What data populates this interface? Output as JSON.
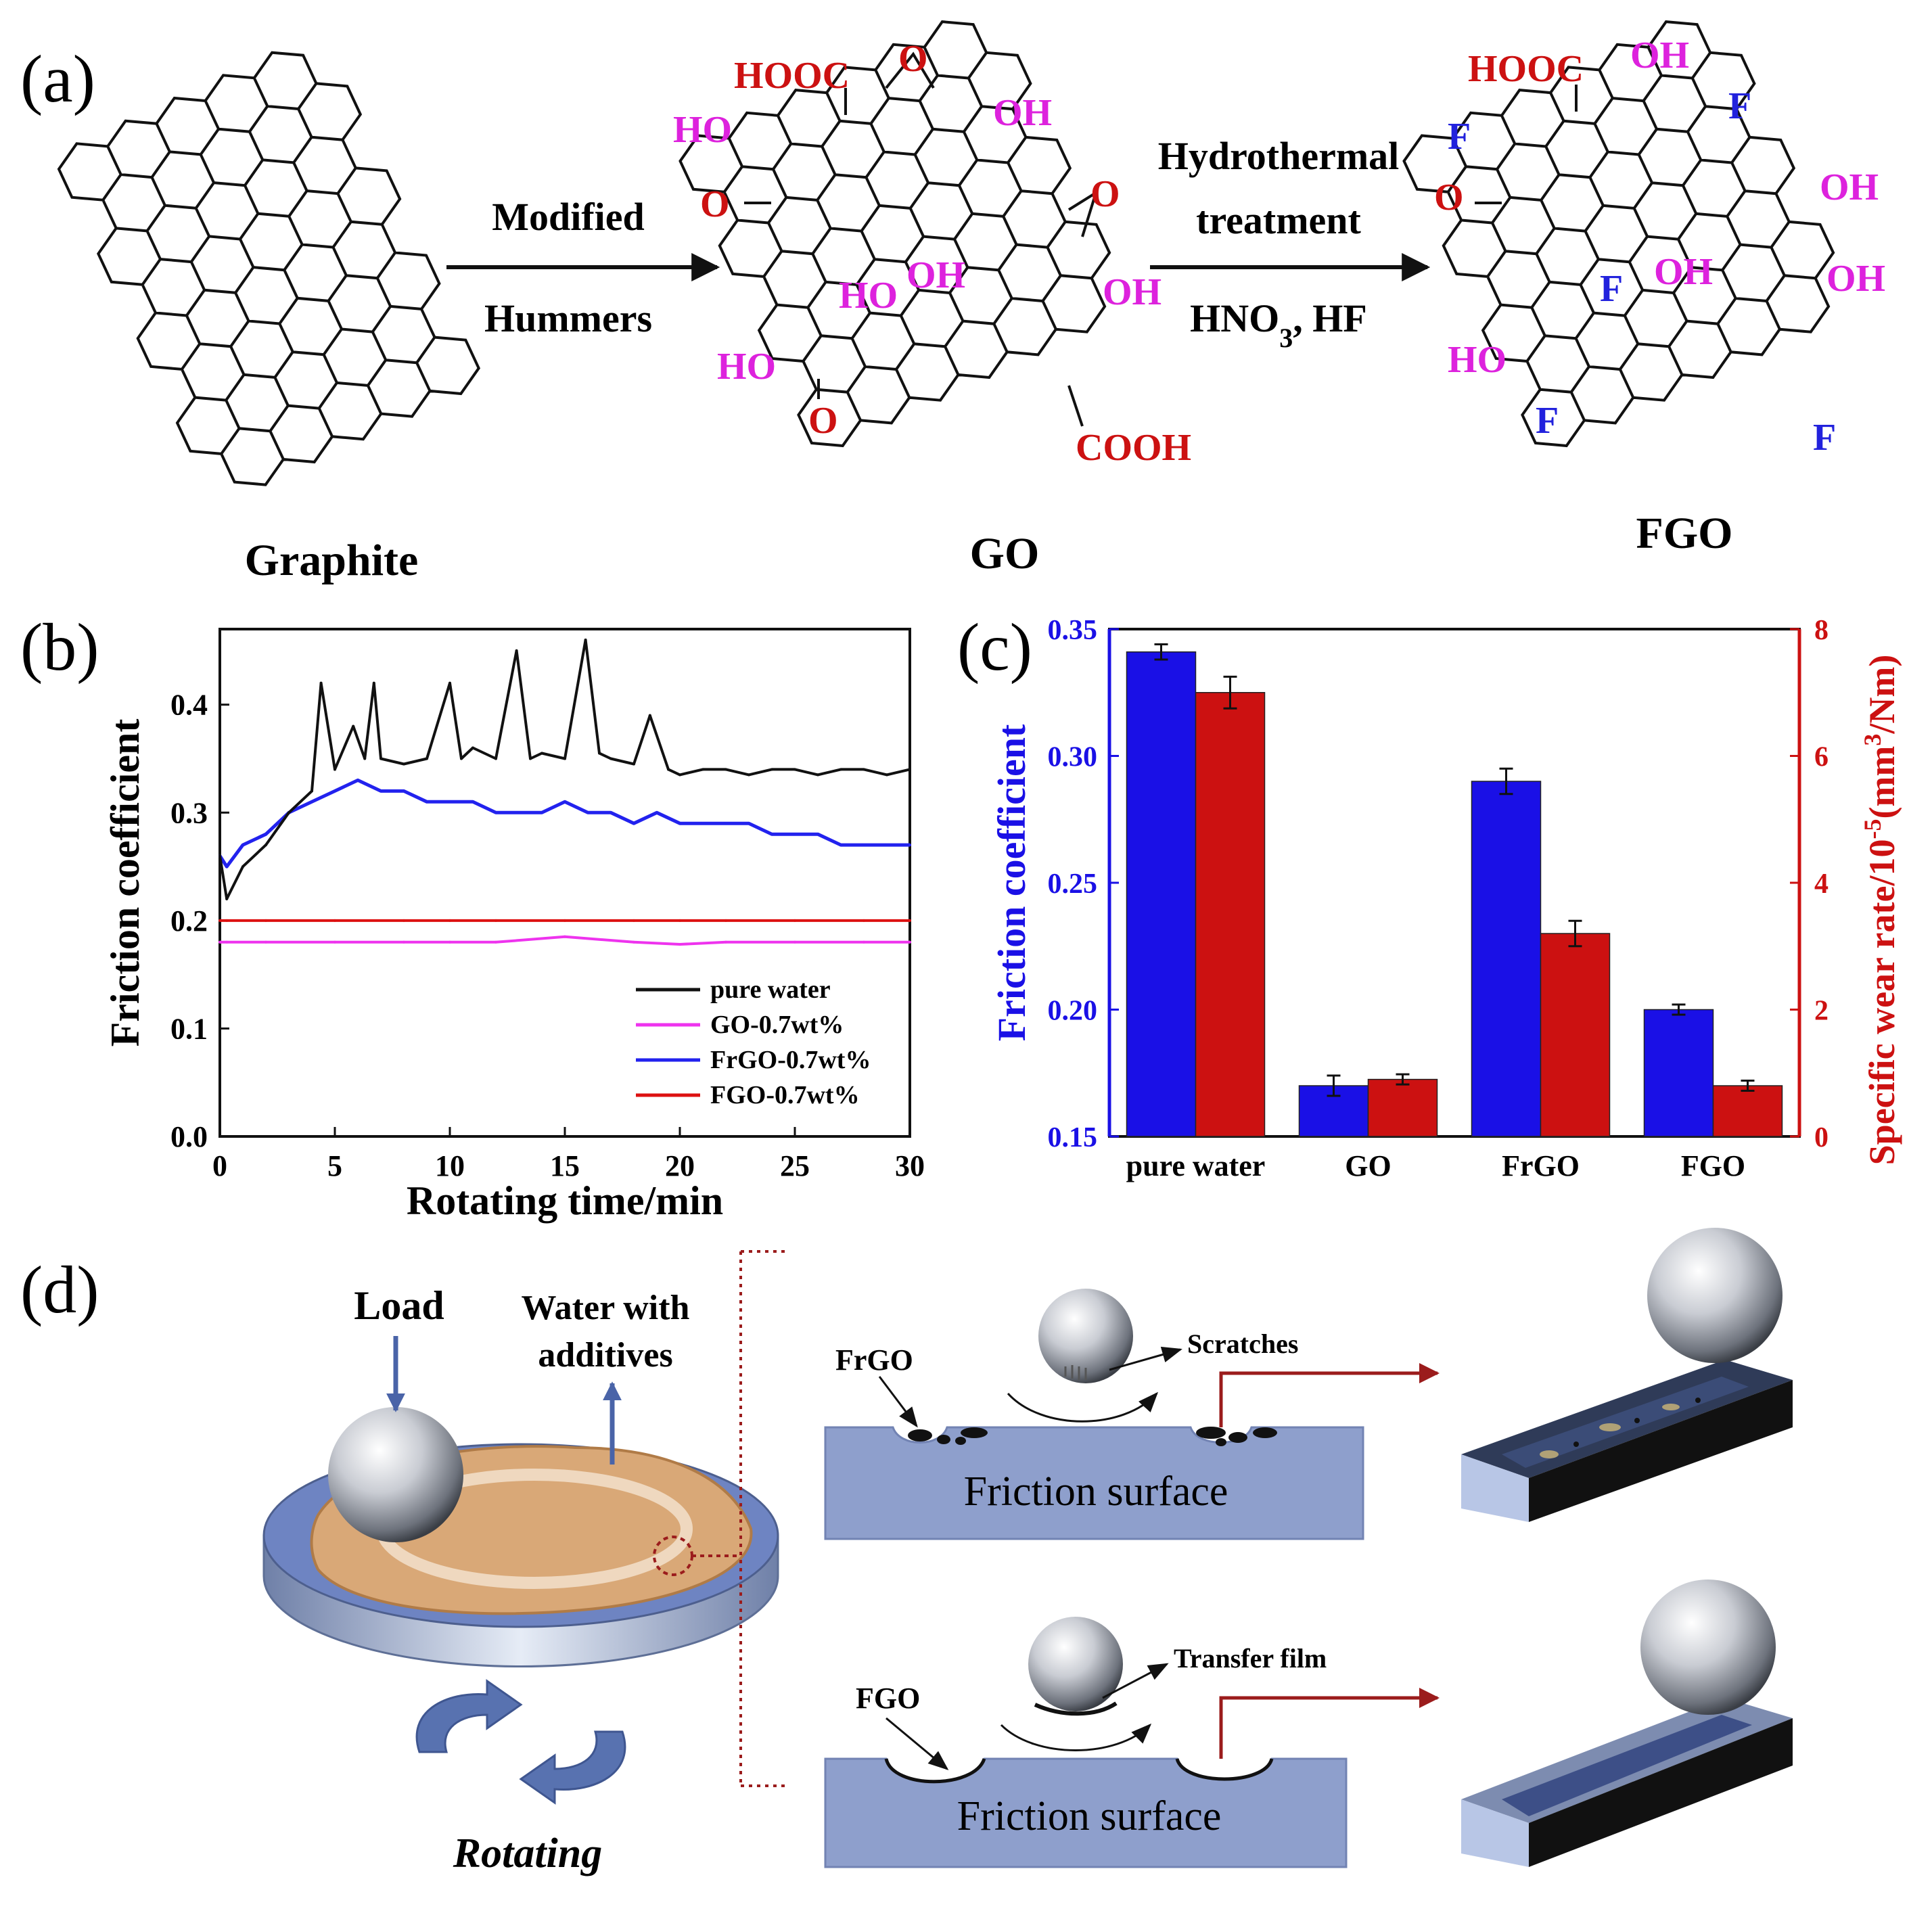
{
  "panel_a": {
    "label": "(a)",
    "names": {
      "graphite": "Graphite",
      "go": "GO",
      "fgo": "FGO"
    },
    "arrow1": {
      "top": "Modified",
      "bottom": "Hummers"
    },
    "arrow2": {
      "line1": "Hydrothermal",
      "line2": "treatment",
      "line3_main": "HNO",
      "line3_sub": "3",
      "line3_tail": ", HF"
    },
    "go_groups": {
      "hooc": "HOOC",
      "o_epox_top": "O",
      "oh_top": "OH",
      "ho_left": "HO",
      "o_keto_left": "O",
      "o_epox_right": "O",
      "ho_mid": "HO",
      "oh_mid": "OH",
      "oh_right": "OH",
      "ho_low": "HO",
      "o_keto_low": "O",
      "cooh": "COOH"
    },
    "fgo_groups": {
      "hooc": "HOOC",
      "oh_top": "OH",
      "f_left": "F",
      "f_top_right": "F",
      "o_keto": "O",
      "oh_right1": "OH",
      "f_mid": "F",
      "oh_mid": "OH",
      "oh_right2": "OH",
      "ho_low": "HO",
      "f_low_left": "F",
      "f_low_right": "F"
    },
    "colors": {
      "red": "#cc1111",
      "magenta": "#dd22dd",
      "blue": "#2222dd"
    }
  },
  "panel_b": {
    "label": "(b)"
  },
  "panel_c": {
    "label": "(c)"
  },
  "panel_d": {
    "label": "(d)",
    "load": "Load",
    "water_line1": "Water with",
    "water_line2": "additives",
    "rotating": "Rotating",
    "frgo": "FrGO",
    "scratches": "Scratches",
    "friction_surface_top": "Friction surface",
    "fgo": "FGO",
    "transfer_film": "Transfer film",
    "friction_surface_bottom": "Friction  surface"
  },
  "chart_data": [
    {
      "type": "line",
      "xlabel": "Rotating time/min",
      "ylabel": "Friction coefficient",
      "xlim": [
        0,
        30
      ],
      "ylim": [
        0,
        0.47
      ],
      "xticks": [
        0,
        5,
        10,
        15,
        20,
        25,
        30
      ],
      "yticks": [
        0.0,
        0.1,
        0.2,
        0.3,
        0.4
      ],
      "ytick_labels": [
        "0.0",
        "0.1",
        "0.2",
        "0.3",
        "0.4"
      ],
      "grid": false,
      "legend_position": "bottom-right",
      "series": [
        {
          "name": "pure water",
          "color": "#111111",
          "x": [
            0,
            0.3,
            1,
            2,
            3,
            4,
            4.4,
            5,
            5.8,
            6.3,
            6.7,
            7,
            8,
            9,
            10,
            10.5,
            11,
            12,
            12.9,
            13.5,
            14,
            15,
            15.9,
            16.5,
            17,
            18,
            18.7,
            19.5,
            20,
            21,
            22,
            23,
            24,
            25,
            26,
            27,
            28,
            29,
            30
          ],
          "y": [
            0.26,
            0.22,
            0.25,
            0.27,
            0.3,
            0.32,
            0.42,
            0.34,
            0.38,
            0.35,
            0.42,
            0.35,
            0.345,
            0.35,
            0.42,
            0.35,
            0.36,
            0.35,
            0.45,
            0.35,
            0.355,
            0.35,
            0.46,
            0.355,
            0.35,
            0.345,
            0.39,
            0.34,
            0.335,
            0.34,
            0.34,
            0.335,
            0.34,
            0.34,
            0.335,
            0.34,
            0.34,
            0.335,
            0.34
          ]
        },
        {
          "name": "GO-0.7wt%",
          "color": "#ee33ee",
          "x": [
            0,
            0.3,
            2,
            5,
            8,
            10,
            12,
            15,
            18,
            20,
            22,
            25,
            28,
            30
          ],
          "y": [
            0.18,
            0.18,
            0.18,
            0.18,
            0.18,
            0.18,
            0.18,
            0.185,
            0.18,
            0.178,
            0.18,
            0.18,
            0.18,
            0.18
          ]
        },
        {
          "name": "FrGO-0.7wt%",
          "color": "#2222ee",
          "x": [
            0,
            0.3,
            1,
            2,
            3,
            4,
            5,
            6,
            7,
            8,
            9,
            10,
            11,
            12,
            13,
            14,
            15,
            16,
            17,
            18,
            19,
            20,
            21,
            22,
            23,
            24,
            25,
            26,
            27,
            28,
            29,
            30
          ],
          "y": [
            0.26,
            0.25,
            0.27,
            0.28,
            0.3,
            0.31,
            0.32,
            0.33,
            0.32,
            0.32,
            0.31,
            0.31,
            0.31,
            0.3,
            0.3,
            0.3,
            0.31,
            0.3,
            0.3,
            0.29,
            0.3,
            0.29,
            0.29,
            0.29,
            0.29,
            0.28,
            0.28,
            0.28,
            0.27,
            0.27,
            0.27,
            0.27
          ]
        },
        {
          "name": "FGO-0.7wt%",
          "color": "#dd1111",
          "x": [
            0,
            0.3,
            2,
            5,
            8,
            10,
            12,
            15,
            18,
            20,
            22,
            25,
            28,
            30
          ],
          "y": [
            0.2,
            0.2,
            0.2,
            0.2,
            0.2,
            0.2,
            0.2,
            0.2,
            0.2,
            0.2,
            0.2,
            0.2,
            0.2,
            0.2
          ]
        }
      ]
    },
    {
      "type": "bar",
      "categories": [
        "pure water",
        "GO",
        "FrGO",
        "FGO"
      ],
      "ylabel": "Friction coefficient",
      "y2label_main": "Specific wear rate/10",
      "y2label_exp": "-5",
      "y2label_mid": "(mm",
      "y2label_exp2": "3",
      "y2label_tail": "/Nm)",
      "ylim": [
        0.15,
        0.35
      ],
      "yticks": [
        0.15,
        0.2,
        0.25,
        0.3,
        0.35
      ],
      "ytick_labels": [
        "0.15",
        "0.20",
        "0.25",
        "0.30",
        "0.35"
      ],
      "y2lim": [
        0,
        8
      ],
      "y2ticks": [
        0,
        2,
        4,
        6,
        8
      ],
      "grid": false,
      "series": [
        {
          "axis": "left",
          "color": "#1a10e6",
          "values": [
            0.341,
            0.17,
            0.29,
            0.2
          ],
          "errors": [
            0.003,
            0.004,
            0.005,
            0.002
          ]
        },
        {
          "axis": "right",
          "color": "#cc1111",
          "values": [
            7.0,
            0.9,
            3.2,
            0.8
          ],
          "errors": [
            0.25,
            0.08,
            0.2,
            0.08
          ]
        }
      ]
    }
  ]
}
